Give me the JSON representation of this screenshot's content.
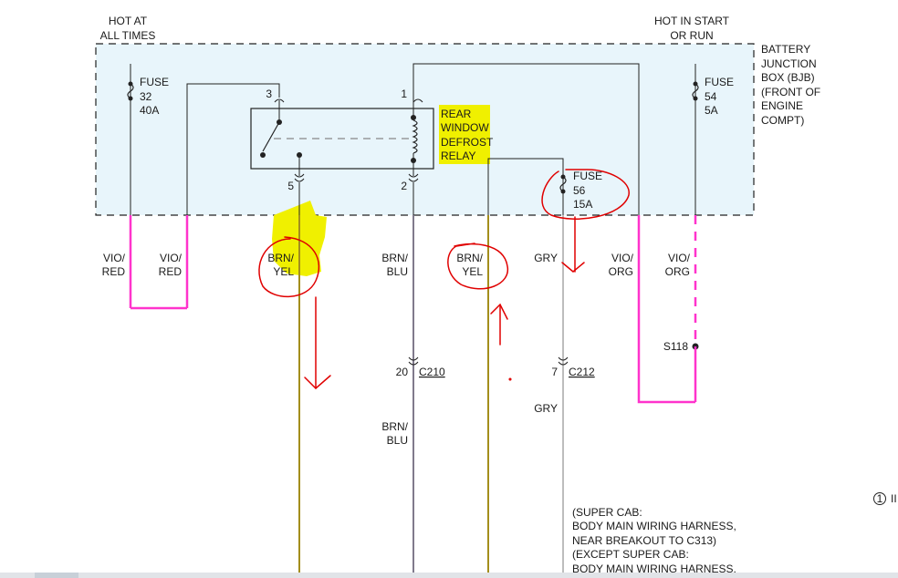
{
  "header": {
    "hot_at_all_times": [
      "HOT AT",
      "ALL TIMES"
    ],
    "hot_in_start_or_run": [
      "HOT IN START",
      "OR RUN"
    ]
  },
  "junction_box": {
    "label": [
      "BATTERY",
      "JUNCTION",
      "BOX (BJB)",
      "(FRONT OF",
      "ENGINE",
      "COMPT)"
    ],
    "fill_color": "#e8f5fb"
  },
  "fuses": {
    "fuse32": [
      "FUSE",
      "32",
      "40A"
    ],
    "fuse54": [
      "FUSE",
      "54",
      "5A"
    ],
    "fuse56": [
      "FUSE",
      "56",
      "15A"
    ]
  },
  "relay": {
    "label": [
      "REAR",
      "WINDOW",
      "DEFROST",
      "RELAY"
    ],
    "pins": {
      "p3": "3",
      "p5": "5",
      "p1": "1",
      "p2": "2"
    }
  },
  "wires": {
    "vio_red_1": [
      "VIO/",
      "RED"
    ],
    "vio_red_2": [
      "VIO/",
      "RED"
    ],
    "brn_yel_1": [
      "BRN/",
      "YEL"
    ],
    "brn_blu_1": [
      "BRN/",
      "BLU"
    ],
    "brn_yel_2": [
      "BRN/",
      "YEL"
    ],
    "gry_1": "GRY",
    "vio_org_1": [
      "VIO/",
      "ORG"
    ],
    "vio_org_2": [
      "VIO/",
      "ORG"
    ],
    "brn_blu_2": [
      "BRN/",
      "BLU"
    ],
    "gry_2": "GRY"
  },
  "connectors": {
    "c210_pin": "20",
    "c210": "C210",
    "c212_pin": "7",
    "c212": "C212",
    "s118": "S118"
  },
  "note": [
    "(SUPER CAB:",
    "BODY MAIN WIRING HARNESS,",
    "NEAR BREAKOUT TO C313)",
    "(EXCEPT SUPER CAB:",
    "BODY MAIN WIRING HARNESS,"
  ],
  "corner_ref": "1",
  "corner_ref_tail": "II",
  "colors": {
    "vio_red": "#ff33cc",
    "vio_org": "#ff33cc",
    "brn_yel": "#a38e1c",
    "brn_blu": "#807a8c",
    "gry": "#bdbdbd",
    "highlight": "#f0f000",
    "markup": "#e00000"
  }
}
